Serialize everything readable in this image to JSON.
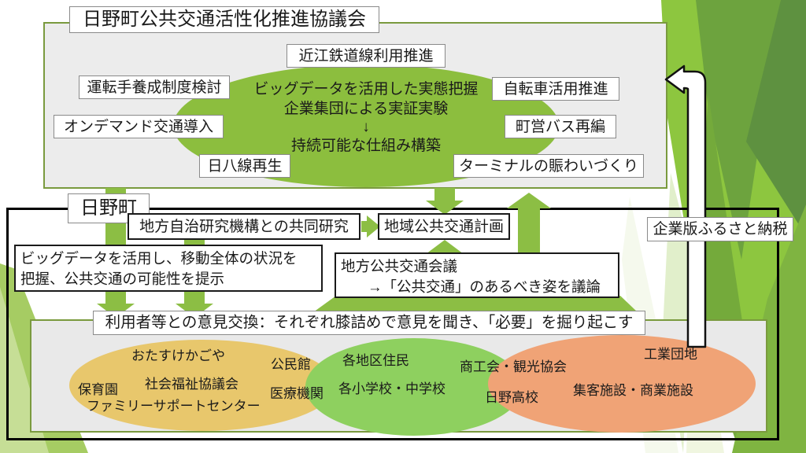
{
  "title": "日野町公共交通活性化推進協議会",
  "top": {
    "labels": [
      "近江鉄道線利用推進",
      "運転手養成制度検討",
      "自転車活用推進",
      "オンデマンド交通導入",
      "町営バス再編",
      "日八線再生",
      "ターミナルの賑わいづくり"
    ],
    "ellipse": [
      "ビッグデータを活用した実態把握",
      "企業集団による実証実験",
      "↓",
      "持続可能な仕組み構築"
    ]
  },
  "mid": {
    "town": "日野町",
    "research": "地方自治研究機構との共同研究",
    "plan": "地域公共交通計画",
    "bigdata1": "ビッグデータを活用し、移動全体の状況を",
    "bigdata2": "把握、公共交通の可能性を提示",
    "council1": "地方公共交通会議",
    "council2": "→「公共交通」のあるべき姿を議論",
    "furusato": "企業版ふるさと納税",
    "opinion": "利用者等との意見交換：それぞれ膝詰めで意見を聞き、「必要」を掘り起こす"
  },
  "bottom": {
    "welfare": [
      "おたすけかごや",
      "保育園",
      "社会福祉協議会",
      "ファミリーサポートセンター"
    ],
    "overlap_wg": [
      "公民館",
      "医療機関"
    ],
    "community": [
      "各地区住民",
      "各小学校・中学校"
    ],
    "overlap_go": [
      "商工会・観光協会",
      "日野高校"
    ],
    "industry": [
      "工業団地",
      "集客施設・商業施設"
    ]
  },
  "colors": {
    "accent_green": "#8CBE44",
    "ellipse_green": "#8CBE3E",
    "panel_gray": "#ECECEC",
    "panel_border_olive": "#7A9A3E",
    "yellow_ellipse": "#E8C76C",
    "bottom_green_ellipse": "#8ED05F",
    "orange_ellipse": "#F0A376",
    "outline_black": "#000000"
  }
}
